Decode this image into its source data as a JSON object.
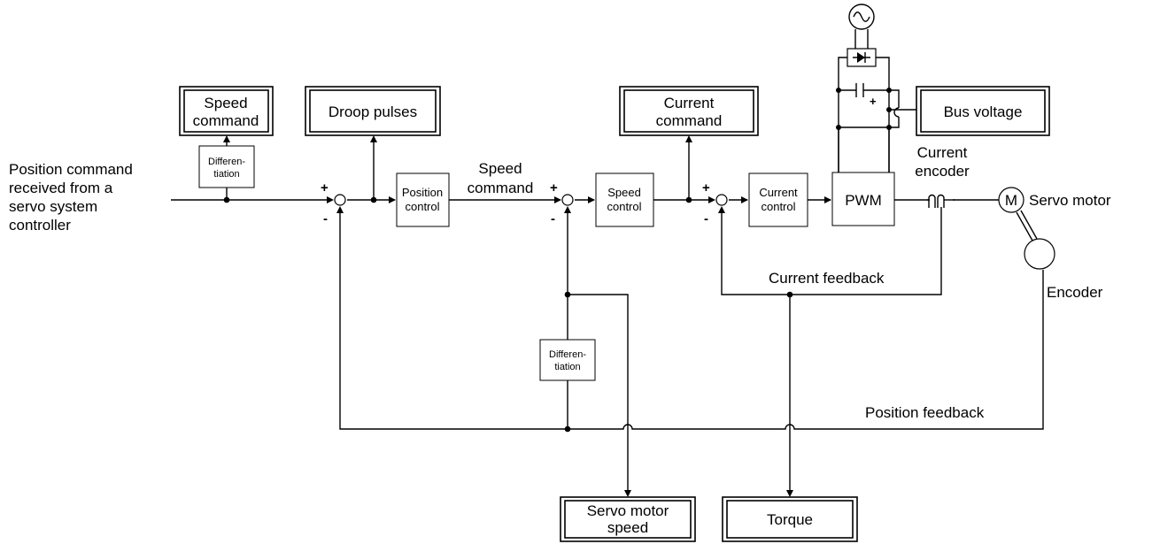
{
  "outputs": {
    "speed_command": [
      "Speed",
      "command"
    ],
    "droop_pulses": "Droop pulses",
    "current_command": [
      "Current",
      "command"
    ],
    "bus_voltage": "Bus voltage",
    "servo_motor_speed": [
      "Servo motor",
      "speed"
    ],
    "torque": "Torque"
  },
  "blocks": {
    "differentiation_top": [
      "Differen-",
      "tiation"
    ],
    "position_control": [
      "Position",
      "control"
    ],
    "speed_control": [
      "Speed",
      "control"
    ],
    "current_control": [
      "Current",
      "control"
    ],
    "pwm": "PWM",
    "differentiation_mid": [
      "Differen-",
      "tiation"
    ],
    "motor": "M"
  },
  "labels": {
    "input": [
      "Position command",
      "received from a",
      "servo system",
      "controller"
    ],
    "speed_command_signal": [
      "Speed",
      "command"
    ],
    "current_encoder": [
      "Current",
      "encoder"
    ],
    "servo_motor": "Servo motor",
    "encoder": "Encoder",
    "current_feedback": "Current feedback",
    "position_feedback": "Position feedback",
    "plus": "+",
    "minus": "-"
  }
}
